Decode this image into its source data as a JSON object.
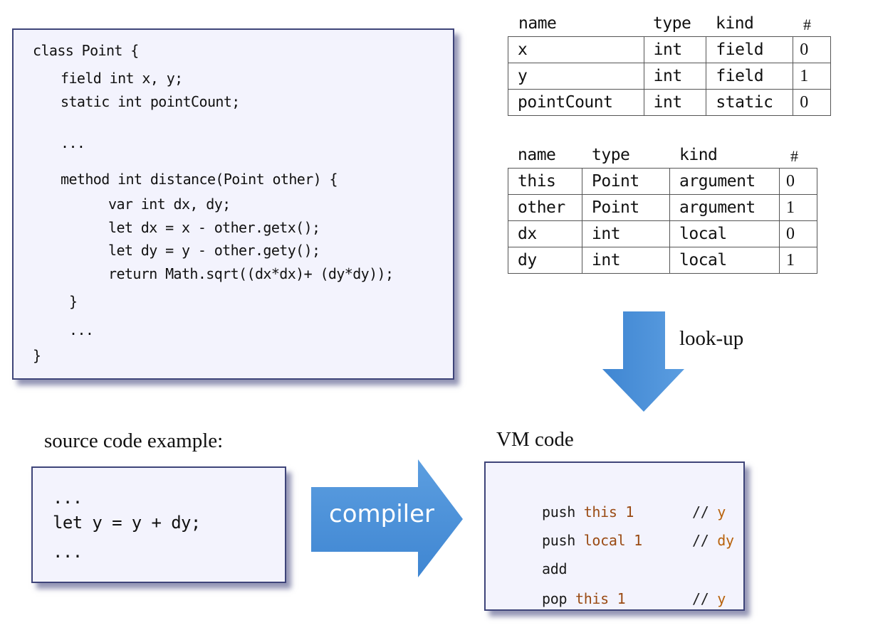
{
  "class_code": {
    "lines": [
      "class Point {",
      "field int x, y;",
      "static int pointCount;",
      "...",
      "method int distance(Point other) {",
      "var int dx, dy;",
      "let dx = x - other.getx();",
      "let dy = y - other.gety();",
      "return Math.sqrt((dx*dx)+ (dy*dy));",
      "}",
      "...",
      "}"
    ]
  },
  "class_table": {
    "headers": [
      "name",
      "type",
      "kind",
      "#"
    ],
    "rows": [
      [
        "x",
        "int",
        "field",
        "0"
      ],
      [
        "y",
        "int",
        "field",
        "1"
      ],
      [
        "pointCount",
        "int",
        "static",
        "0"
      ]
    ]
  },
  "subroutine_table": {
    "headers": [
      "name",
      "type",
      "kind",
      "#"
    ],
    "rows": [
      [
        "this",
        "Point",
        "argument",
        "0"
      ],
      [
        "other",
        "Point",
        "argument",
        "1"
      ],
      [
        "dx",
        "int",
        "local",
        "0"
      ],
      [
        "dy",
        "int",
        "local",
        "1"
      ]
    ]
  },
  "lookup_label": "look-up",
  "source_example": {
    "title": "source code example:",
    "lines": [
      "...",
      "let y = y + dy;",
      "..."
    ]
  },
  "compiler_label": "compiler",
  "vm_code": {
    "title": "VM code",
    "lines": [
      {
        "cmd": "push",
        "arg": "this 1",
        "comment": "//",
        "comment_val": "y"
      },
      {
        "cmd": "push",
        "arg": "local 1",
        "comment": "//",
        "comment_val": "dy"
      },
      {
        "cmd": "add",
        "arg": "",
        "comment": "",
        "comment_val": ""
      },
      {
        "cmd": "pop",
        "arg": "this 1",
        "comment": "//",
        "comment_val": "y"
      }
    ]
  },
  "colors": {
    "box_bg": "#f3f3fd",
    "box_border": "#3e4479",
    "arrow_blue": "#4a8fd6",
    "vm_arg": "#9a4a13",
    "vm_comment_val": "#b8620c"
  }
}
